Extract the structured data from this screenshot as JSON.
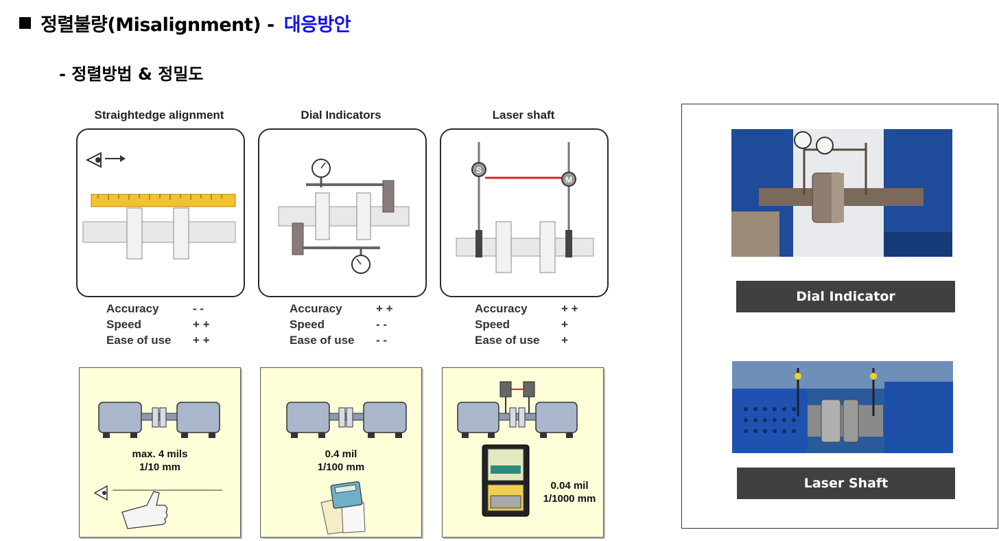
{
  "title": {
    "main": "정렬불량(Misalignment) -",
    "accent": "대응방안"
  },
  "subtitle": "- 정렬방법 & 정밀도",
  "methods": [
    {
      "name": "Straightedge alignment",
      "ratings": [
        [
          "Accuracy",
          "- -"
        ],
        [
          "Speed",
          "+ +"
        ],
        [
          "Ease of use",
          "+ +"
        ]
      ]
    },
    {
      "name": "Dial Indicators",
      "ratings": [
        [
          "Accuracy",
          "+ +"
        ],
        [
          "Speed",
          "- -"
        ],
        [
          "Ease of use",
          "- -"
        ]
      ]
    },
    {
      "name": "Laser shaft",
      "ratings": [
        [
          "Accuracy",
          "+ +"
        ],
        [
          "Speed",
          "+"
        ],
        [
          "Ease of use",
          "+"
        ]
      ]
    }
  ],
  "precision": [
    {
      "line1": "max. 4 mils",
      "line2": "1/10 mm"
    },
    {
      "line1": "0.4 mil",
      "line2": "1/100 mm"
    },
    {
      "line1": "0.04 mil",
      "line2": "1/1000 mm"
    }
  ],
  "laser_labels": {
    "s": "S",
    "m": "M"
  },
  "photos": {
    "dial_label": "Dial Indicator",
    "laser_label": "Laser Shaft"
  },
  "colors": {
    "accent": "#1010ee",
    "ruler": "#f2c230",
    "panel_bg": "#fefed8",
    "motor": "#a9b6cc",
    "label_bar": "#404040",
    "laser": "#e02020"
  }
}
